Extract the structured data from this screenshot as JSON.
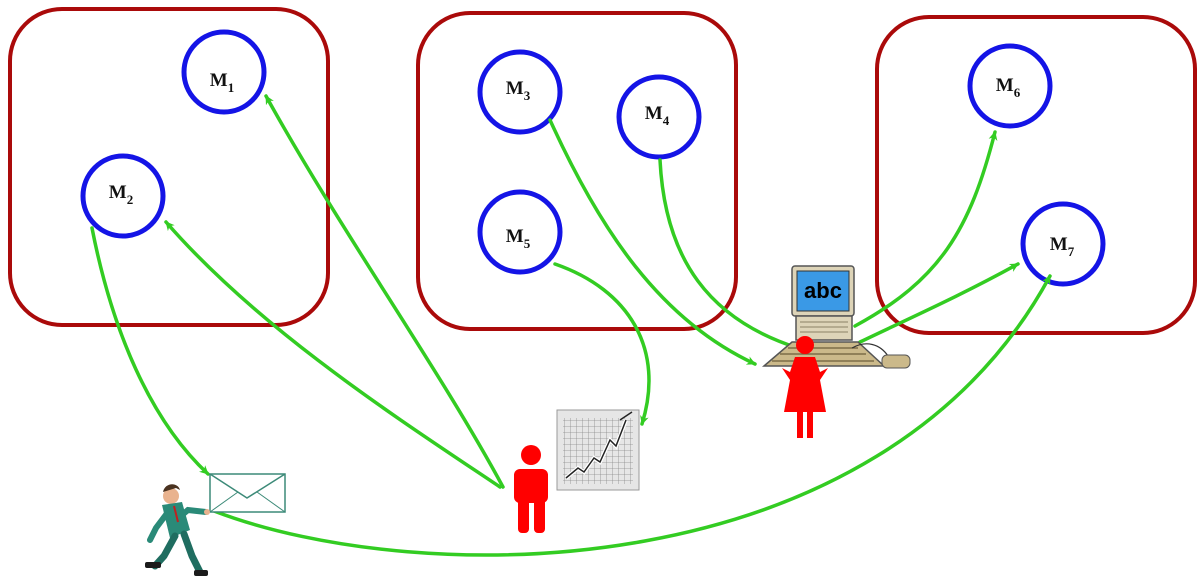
{
  "groups": [
    {
      "id": "group-left",
      "nodes": [
        "M1",
        "M2"
      ]
    },
    {
      "id": "group-middle",
      "nodes": [
        "M3",
        "M4",
        "M5"
      ]
    },
    {
      "id": "group-right",
      "nodes": [
        "M6",
        "M7"
      ]
    }
  ],
  "nodes": {
    "m1": {
      "main": "M",
      "sub": "1"
    },
    "m2": {
      "main": "M",
      "sub": "2"
    },
    "m3": {
      "main": "M",
      "sub": "3"
    },
    "m4": {
      "main": "M",
      "sub": "4"
    },
    "m5": {
      "main": "M",
      "sub": "5"
    },
    "m6": {
      "main": "M",
      "sub": "6"
    },
    "m7": {
      "main": "M",
      "sub": "7"
    }
  },
  "computer": {
    "screen_text": "abc"
  },
  "icons": [
    "envelope-icon",
    "running-man-icon",
    "person-icon",
    "chart-icon",
    "computer-icon",
    "mouse-icon",
    "woman-icon"
  ],
  "colors": {
    "group_border": "#aa0a0a",
    "node_border": "#1414e6",
    "arrow": "#33cc22",
    "person": "#ff0000"
  }
}
